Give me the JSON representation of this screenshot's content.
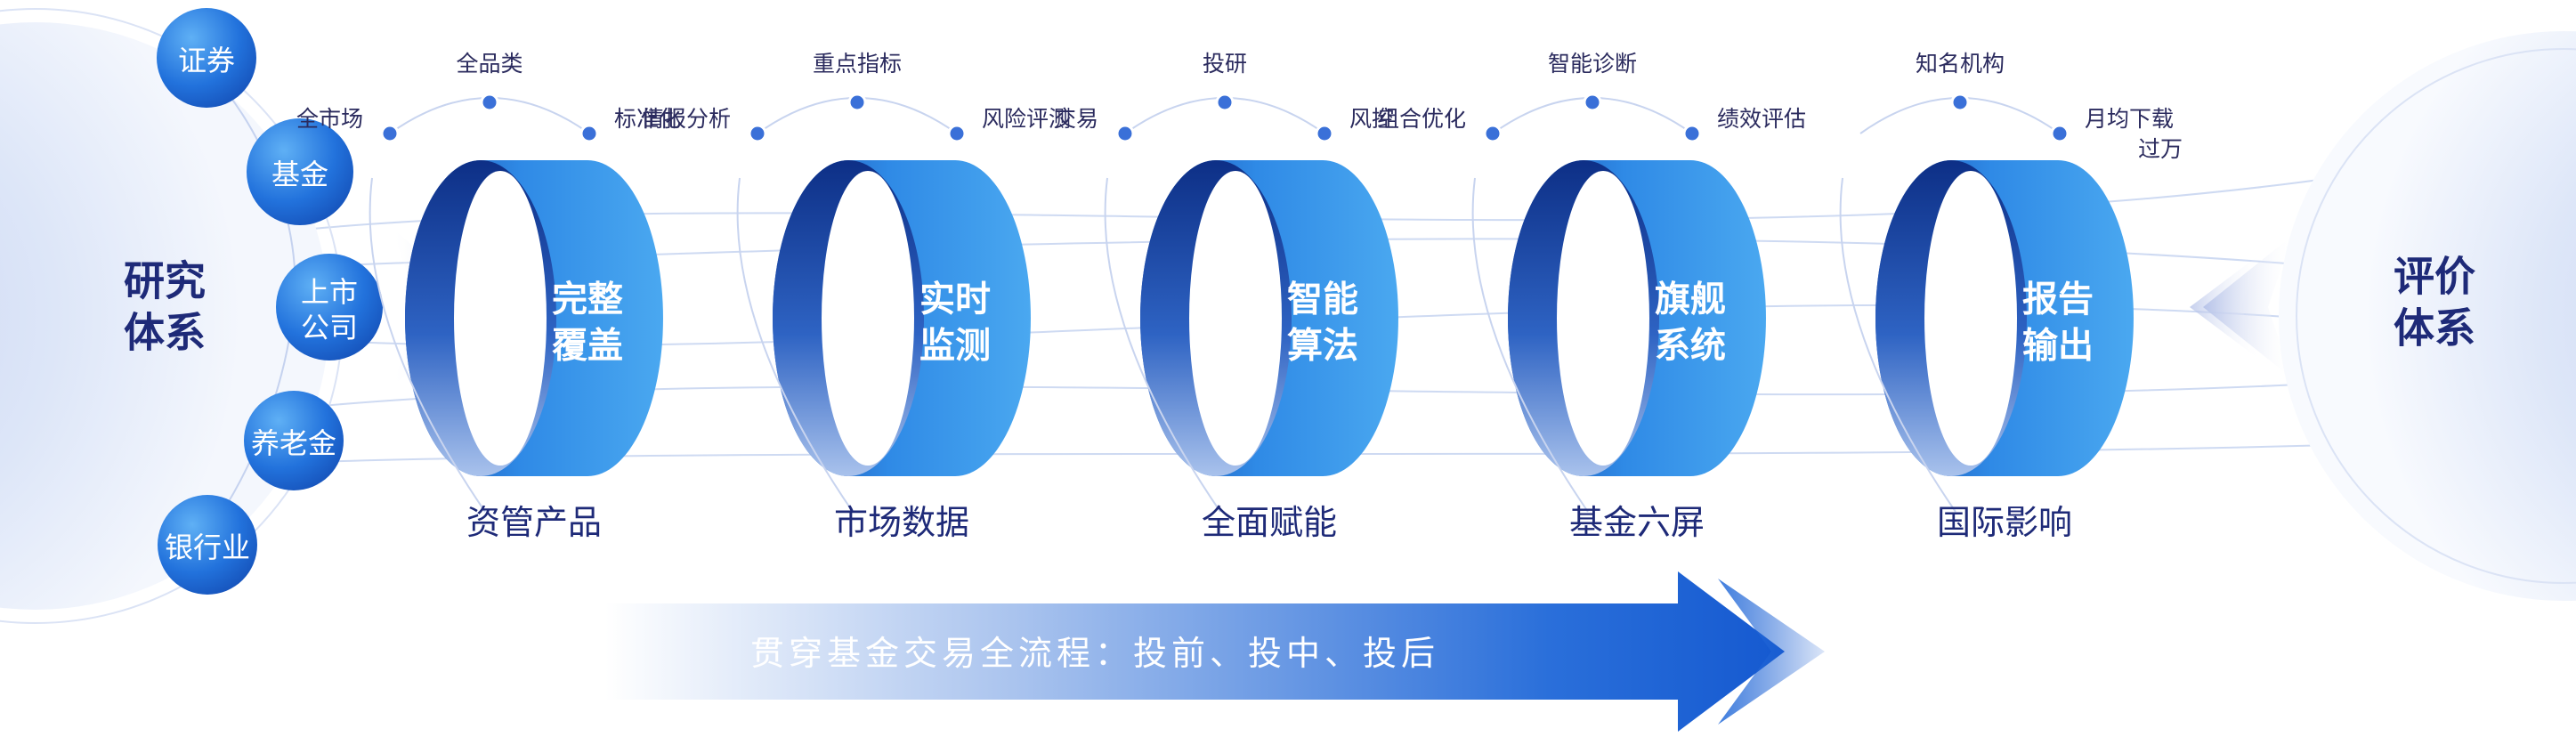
{
  "left_system": {
    "label": "研究\n体系"
  },
  "right_system": {
    "label": "评价\n体系"
  },
  "categories": [
    {
      "id": "securities",
      "label": "证券"
    },
    {
      "id": "fund",
      "label": "基金"
    },
    {
      "id": "listed-company",
      "label": "上市\n公司"
    },
    {
      "id": "pension",
      "label": "养老金"
    },
    {
      "id": "banking",
      "label": "银行业"
    }
  ],
  "rings": [
    {
      "id": "complete-coverage",
      "center": "完整\n覆盖",
      "caption": "资管产品",
      "tags": [
        "全市场",
        "全品类",
        "标准化"
      ]
    },
    {
      "id": "realtime-monitoring",
      "center": "实时\n监测",
      "caption": "市场数据",
      "tags": [
        "情报分析",
        "重点指标",
        "风险评测"
      ]
    },
    {
      "id": "smart-algorithm",
      "center": "智能\n算法",
      "caption": "全面赋能",
      "tags": [
        "交易",
        "投研",
        "风控"
      ]
    },
    {
      "id": "flagship-system",
      "center": "旗舰\n系统",
      "caption": "基金六屏",
      "tags": [
        "组合优化",
        "智能诊断",
        "绩效评估"
      ]
    },
    {
      "id": "report-output",
      "center": "报告\n输出",
      "caption": "国际影响",
      "tags": [
        "",
        "知名机构",
        "月均下载\n过万"
      ]
    }
  ],
  "bottom_arrow": {
    "label": "贯穿基金交易全流程：投前、投中、投后"
  },
  "colors": {
    "primary": "#1565d8",
    "dark": "#0f3f9e",
    "light": "#5fb8f5",
    "text_dark": "#1e2a78",
    "tag_text": "#2b2b5e"
  }
}
